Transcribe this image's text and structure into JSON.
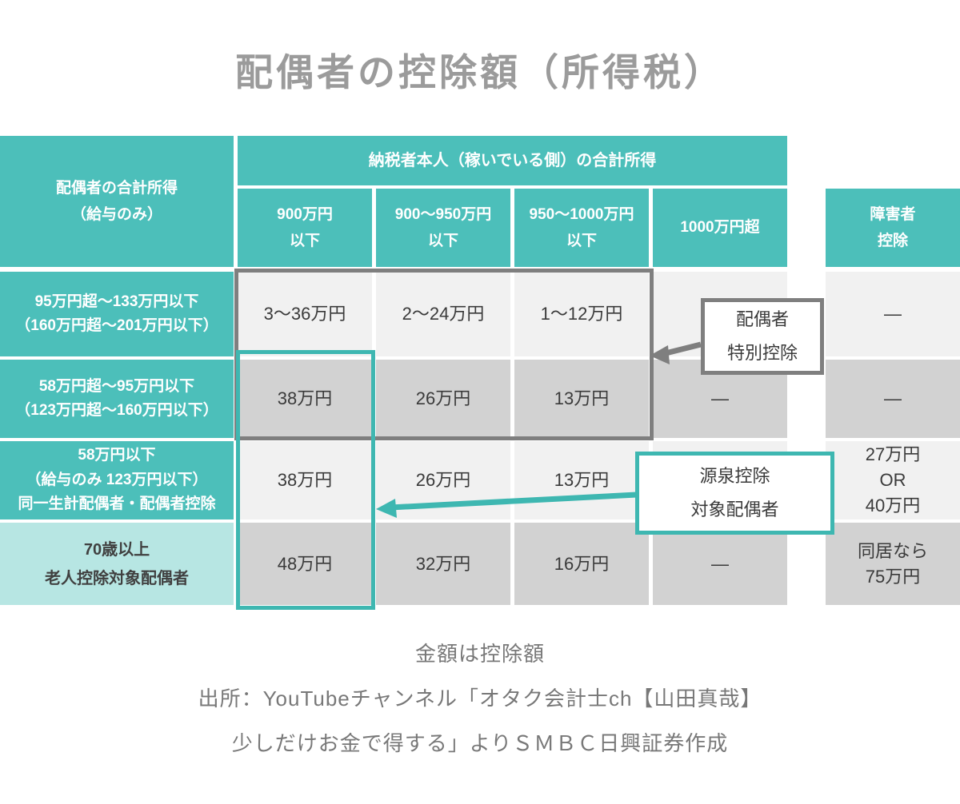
{
  "title": "配偶者の控除額（所得税）",
  "table": {
    "corner_header": "配偶者の合計所得\n（給与のみ）",
    "main_header": "納税者本人（稼いでいる側）の合計所得",
    "col_headers": [
      "900万円\n以下",
      "900～950万円\n以下",
      "950～1000万円\n以下",
      "1000万円超"
    ],
    "disability_header": "障害者\n控除",
    "rows": [
      {
        "header": "95万円超～133万円以下\n（160万円超～201万円以下）",
        "cells": [
          "3～36万円",
          "2～24万円",
          "1～12万円",
          ""
        ],
        "disability": "—"
      },
      {
        "header": "58万円超～95万円以下\n（123万円超～160万円以下）",
        "cells": [
          "38万円",
          "26万円",
          "13万円",
          "—"
        ],
        "disability": "—"
      },
      {
        "header": "58万円以下\n（給与のみ 123万円以下）\n同一生計配偶者・配偶者控除",
        "cells": [
          "38万円",
          "26万円",
          "13万円",
          ""
        ],
        "disability": "27万円\nOR\n40万円"
      },
      {
        "header": "70歳以上\n老人控除対象配偶者",
        "cells": [
          "48万円",
          "32万円",
          "16万円",
          "—"
        ],
        "disability": "同居なら\n75万円"
      }
    ]
  },
  "callouts": {
    "special_deduction": "配偶者\n特別控除",
    "withholding_target": "源泉控除\n対象配偶者"
  },
  "footer": {
    "note": "金額は控除額",
    "source_line1": "出所：YouTubeチャンネル「オタク会計士ch【山田真哉】",
    "source_line2": "少しだけお金で得する」よりＳＭＢＣ日興証券作成"
  },
  "colors": {
    "accent_teal": "#4cbfba",
    "light_teal": "#b7e6e3",
    "light_cell": "#f1f1f1",
    "dark_cell": "#d2d2d2",
    "gray_outline": "#7f7f7f",
    "teal_outline": "#3eb7b1",
    "title_gray": "#9b9b9b",
    "footer_gray": "#787878"
  }
}
